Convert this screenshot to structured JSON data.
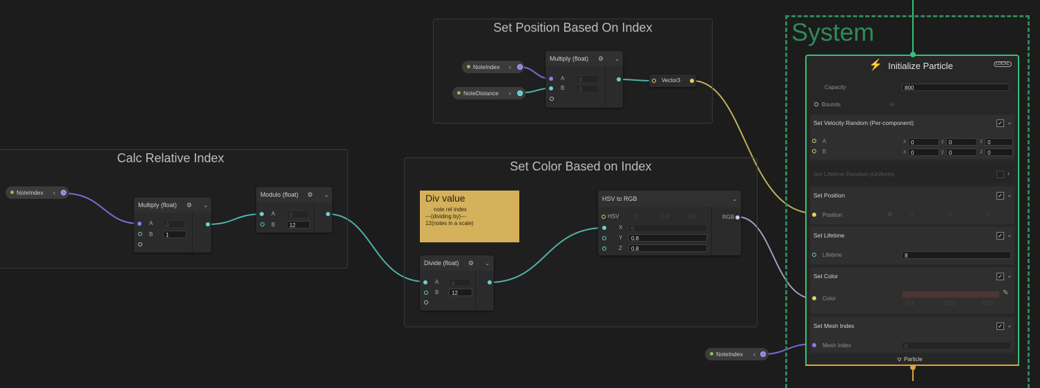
{
  "groups": {
    "position": {
      "title": "Set  Position Based On Index"
    },
    "calc": {
      "title": "Calc Relative Index"
    },
    "color": {
      "title": "Set Color Based on Index"
    },
    "system": {
      "title": "System"
    }
  },
  "properties": {
    "note_index_1": "NoteIndex",
    "note_index_2": "NoteIndex",
    "note_index_3": "NoteIndex",
    "note_distance": "NoteDistance"
  },
  "nodes": {
    "multiply_pos": {
      "title": "Multiply (float)",
      "a": "A",
      "b": "B",
      "a_val": "0",
      "b_val": "0"
    },
    "vector3": {
      "title": "Vector3"
    },
    "multiply_calc": {
      "title": "Multiply (float)",
      "a": "A",
      "b": "B",
      "a_val": "0",
      "b_val": "1"
    },
    "modulo": {
      "title": "Modulo (float)",
      "a": "A",
      "b": "B",
      "a_val": "0",
      "b_val": "12"
    },
    "divide": {
      "title": "Divide (float)",
      "a": "A",
      "b": "B",
      "a_val": "0",
      "b_val": "12"
    },
    "hsv": {
      "title": "HSV to RGB",
      "in": "HSV",
      "x": "X",
      "y": "Y",
      "z": "Z",
      "x_val": "0",
      "y_val": "0.8",
      "z_val": "0.8",
      "out": "RGB",
      "dim_vals": [
        "0",
        "0.8",
        "0.8"
      ]
    }
  },
  "sticky": {
    "title": "Div value",
    "lines": [
      "note rel index",
      "---(dividing by)---",
      "12(notes in a scale)"
    ]
  },
  "context": {
    "title": "Initialize Particle",
    "badge": "LOCAL",
    "capacity_label": "Capacity",
    "capacity_value": "800",
    "bounds_label": "Bounds",
    "footer": "Particle",
    "blocks": {
      "velocity": {
        "title": "Set Velocity Random (Per-component)",
        "rows": [
          {
            "label": "A",
            "x": "0",
            "y": "0",
            "z": "0"
          },
          {
            "label": "B",
            "x": "0",
            "y": "0",
            "z": "0"
          }
        ]
      },
      "lifetime_random": {
        "title": "Set Lifetime Random (Uniform)"
      },
      "position": {
        "title": "Set Position",
        "label": "Position",
        "dim_vals": [
          "0",
          "0",
          "0"
        ]
      },
      "lifetime": {
        "title": "Set Lifetime",
        "label": "Lifetime",
        "value": "8"
      },
      "color": {
        "title": "Set Color",
        "label": "Color",
        "dim_vals": [
          "0.8",
          "0.55",
          "0.52"
        ]
      },
      "mesh": {
        "title": "Set Mesh Index",
        "label": "Mesh Index",
        "value": "0"
      }
    },
    "axes": {
      "x": "x",
      "y": "y",
      "z": "z"
    }
  },
  "colors": {
    "float_port": "#8a7cf0",
    "vector_port": "#6ed0d0",
    "vec3_port": "#e8d068",
    "wire_teal": "#4fb3a6",
    "wire_purple": "#7c6ad8",
    "wire_yellow": "#c2b25a",
    "context_border": "#37c07b",
    "system_dash": "#2f8a5a",
    "footer_orange": "#e0a23a"
  },
  "icons": [
    "lightning-icon",
    "gear-icon",
    "chevron-down-icon",
    "check-icon",
    "eyedropper-icon",
    "particle-icon"
  ]
}
